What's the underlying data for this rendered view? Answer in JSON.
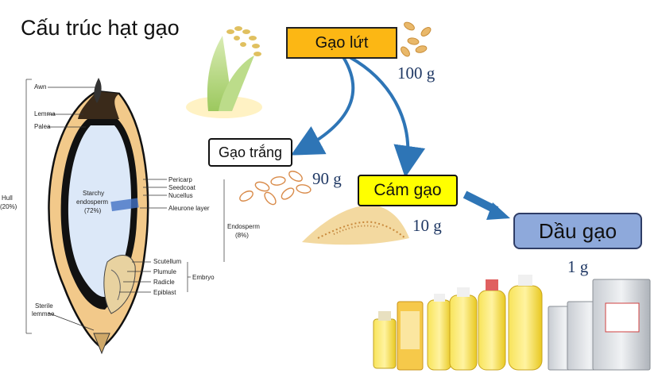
{
  "title": "Cấu trúc hạt gạo",
  "nodes": {
    "brown_rice": {
      "label": "Gạo lứt",
      "weight": "100 g",
      "color": "#fcb714"
    },
    "white_rice": {
      "label": "Gạo trắng",
      "weight": "90 g",
      "color": "#ffffff"
    },
    "rice_bran": {
      "label": "Cám gạo",
      "weight": "10 g",
      "color": "#ffff00"
    },
    "rice_oil": {
      "label": "Dầu gạo",
      "weight": "1 g",
      "color": "#8ea9db"
    }
  },
  "grain_labels": {
    "awn": "Awn",
    "lemma": "Lemma",
    "palea": "Palea",
    "hull": "Hull",
    "hull_pct": "(20%)",
    "starchy": "Starchy",
    "endosperm": "endosperm",
    "starchy_pct": "(72%)",
    "pericarp": "Pericarp",
    "seedcoat": "Seedcoat",
    "nucellus": "Nucellus",
    "aleurone": "Aleurone layer",
    "endosperm_group": "Endosperm",
    "endosperm_pct": "(8%)",
    "scutellum": "Scutellum",
    "plumule": "Plumule",
    "radicle": "Radicle",
    "epiblast": "Epiblast",
    "embryo": "Embryo",
    "sterile": "Sterile",
    "lemmae": "lemmae"
  },
  "colors": {
    "arrow_blue": "#2e75b6",
    "arrow_fill": "#5b9bd5",
    "weight_text": "#1f3864",
    "grain_outline": "#111111",
    "endosperm_fill": "#dce8f8",
    "grain_sand": "#f2c98a"
  },
  "icons": [
    "rice-plant-icon",
    "brown-rice-grains-icon",
    "white-rice-grains-icon",
    "rice-bran-pile-icon",
    "rice-oil-bottles-icon"
  ]
}
